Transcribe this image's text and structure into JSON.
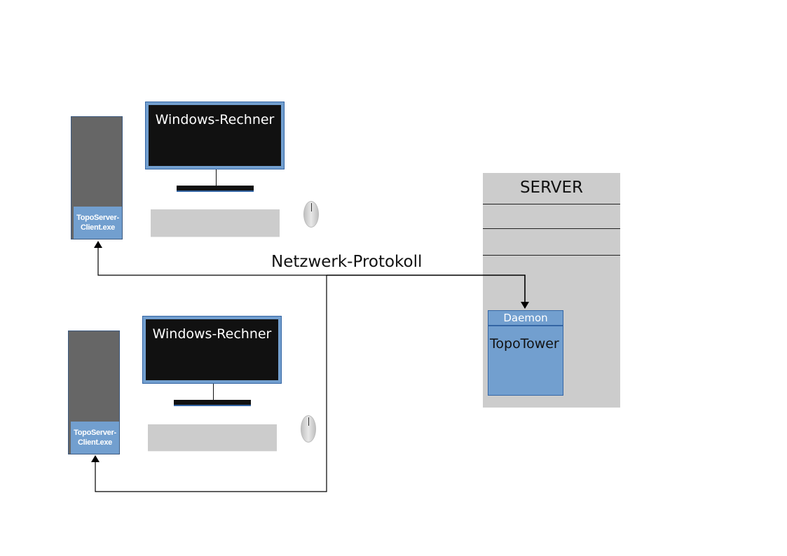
{
  "clients": [
    {
      "monitor_label": "Windows-Rechner",
      "tower_label_line1": "TopoServer-",
      "tower_label_line2": "Client.exe"
    },
    {
      "monitor_label": "Windows-Rechner",
      "tower_label_line1": "TopoServer-",
      "tower_label_line2": "Client.exe"
    }
  ],
  "network": {
    "label": "Netzwerk-Protokoll"
  },
  "server": {
    "title": "SERVER",
    "daemon_label": "Daemon",
    "app_label": "TopoTower"
  },
  "colors": {
    "accent_blue": "#729fcf",
    "dark_screen": "#111111",
    "tower_gray": "#666666",
    "server_gray": "#cccccc"
  }
}
